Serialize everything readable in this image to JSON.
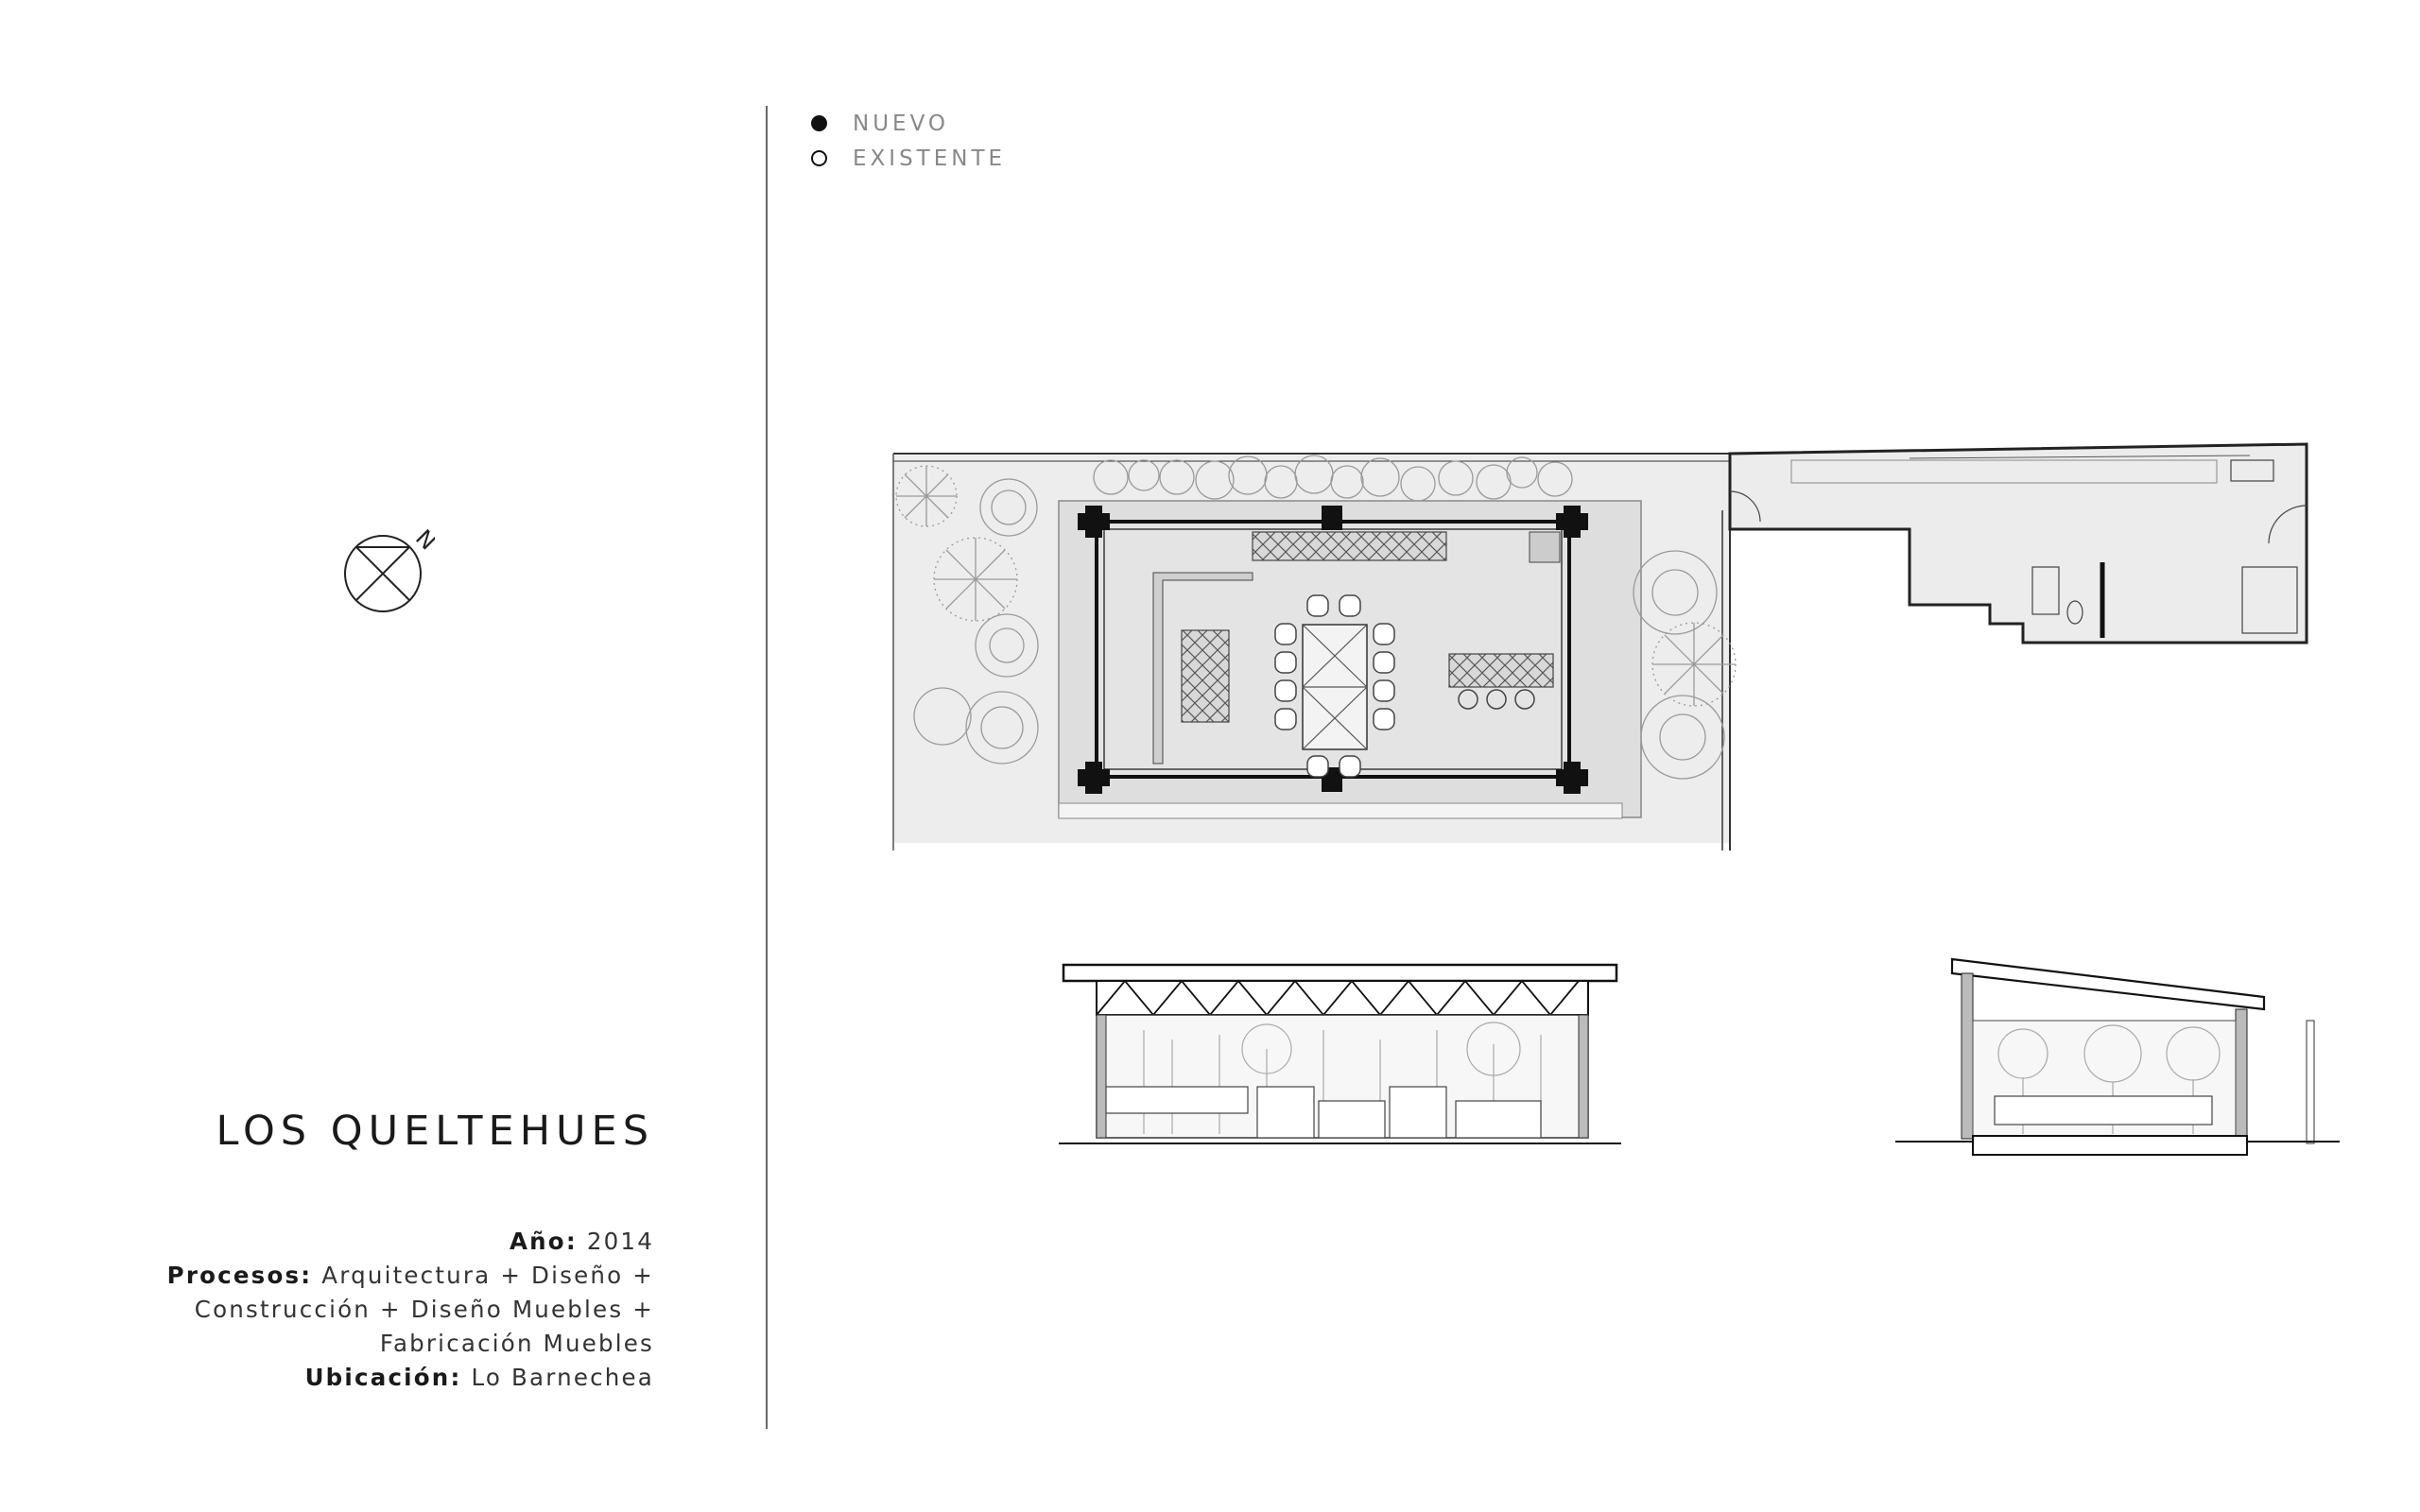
{
  "project": {
    "title": "LOS QUELTEHUES",
    "info": [
      {
        "label": "Año:",
        "value": "2014"
      },
      {
        "label": "Procesos:",
        "value": "Arquitectura + Diseño +"
      },
      {
        "label": "",
        "value": "Construcción + Diseño Muebles +"
      },
      {
        "label": "",
        "value": "Fabricación Muebles"
      },
      {
        "label": "Ubicación:",
        "value": "Lo Barnechea"
      }
    ]
  },
  "north_label": "N",
  "legend": {
    "new_label": "NUEVO",
    "existing_label": "EXISTENTE"
  },
  "colors": {
    "line": "#1a1a1a",
    "fill_gray": "#e9e9e9",
    "plant": "#9a9a9a"
  }
}
